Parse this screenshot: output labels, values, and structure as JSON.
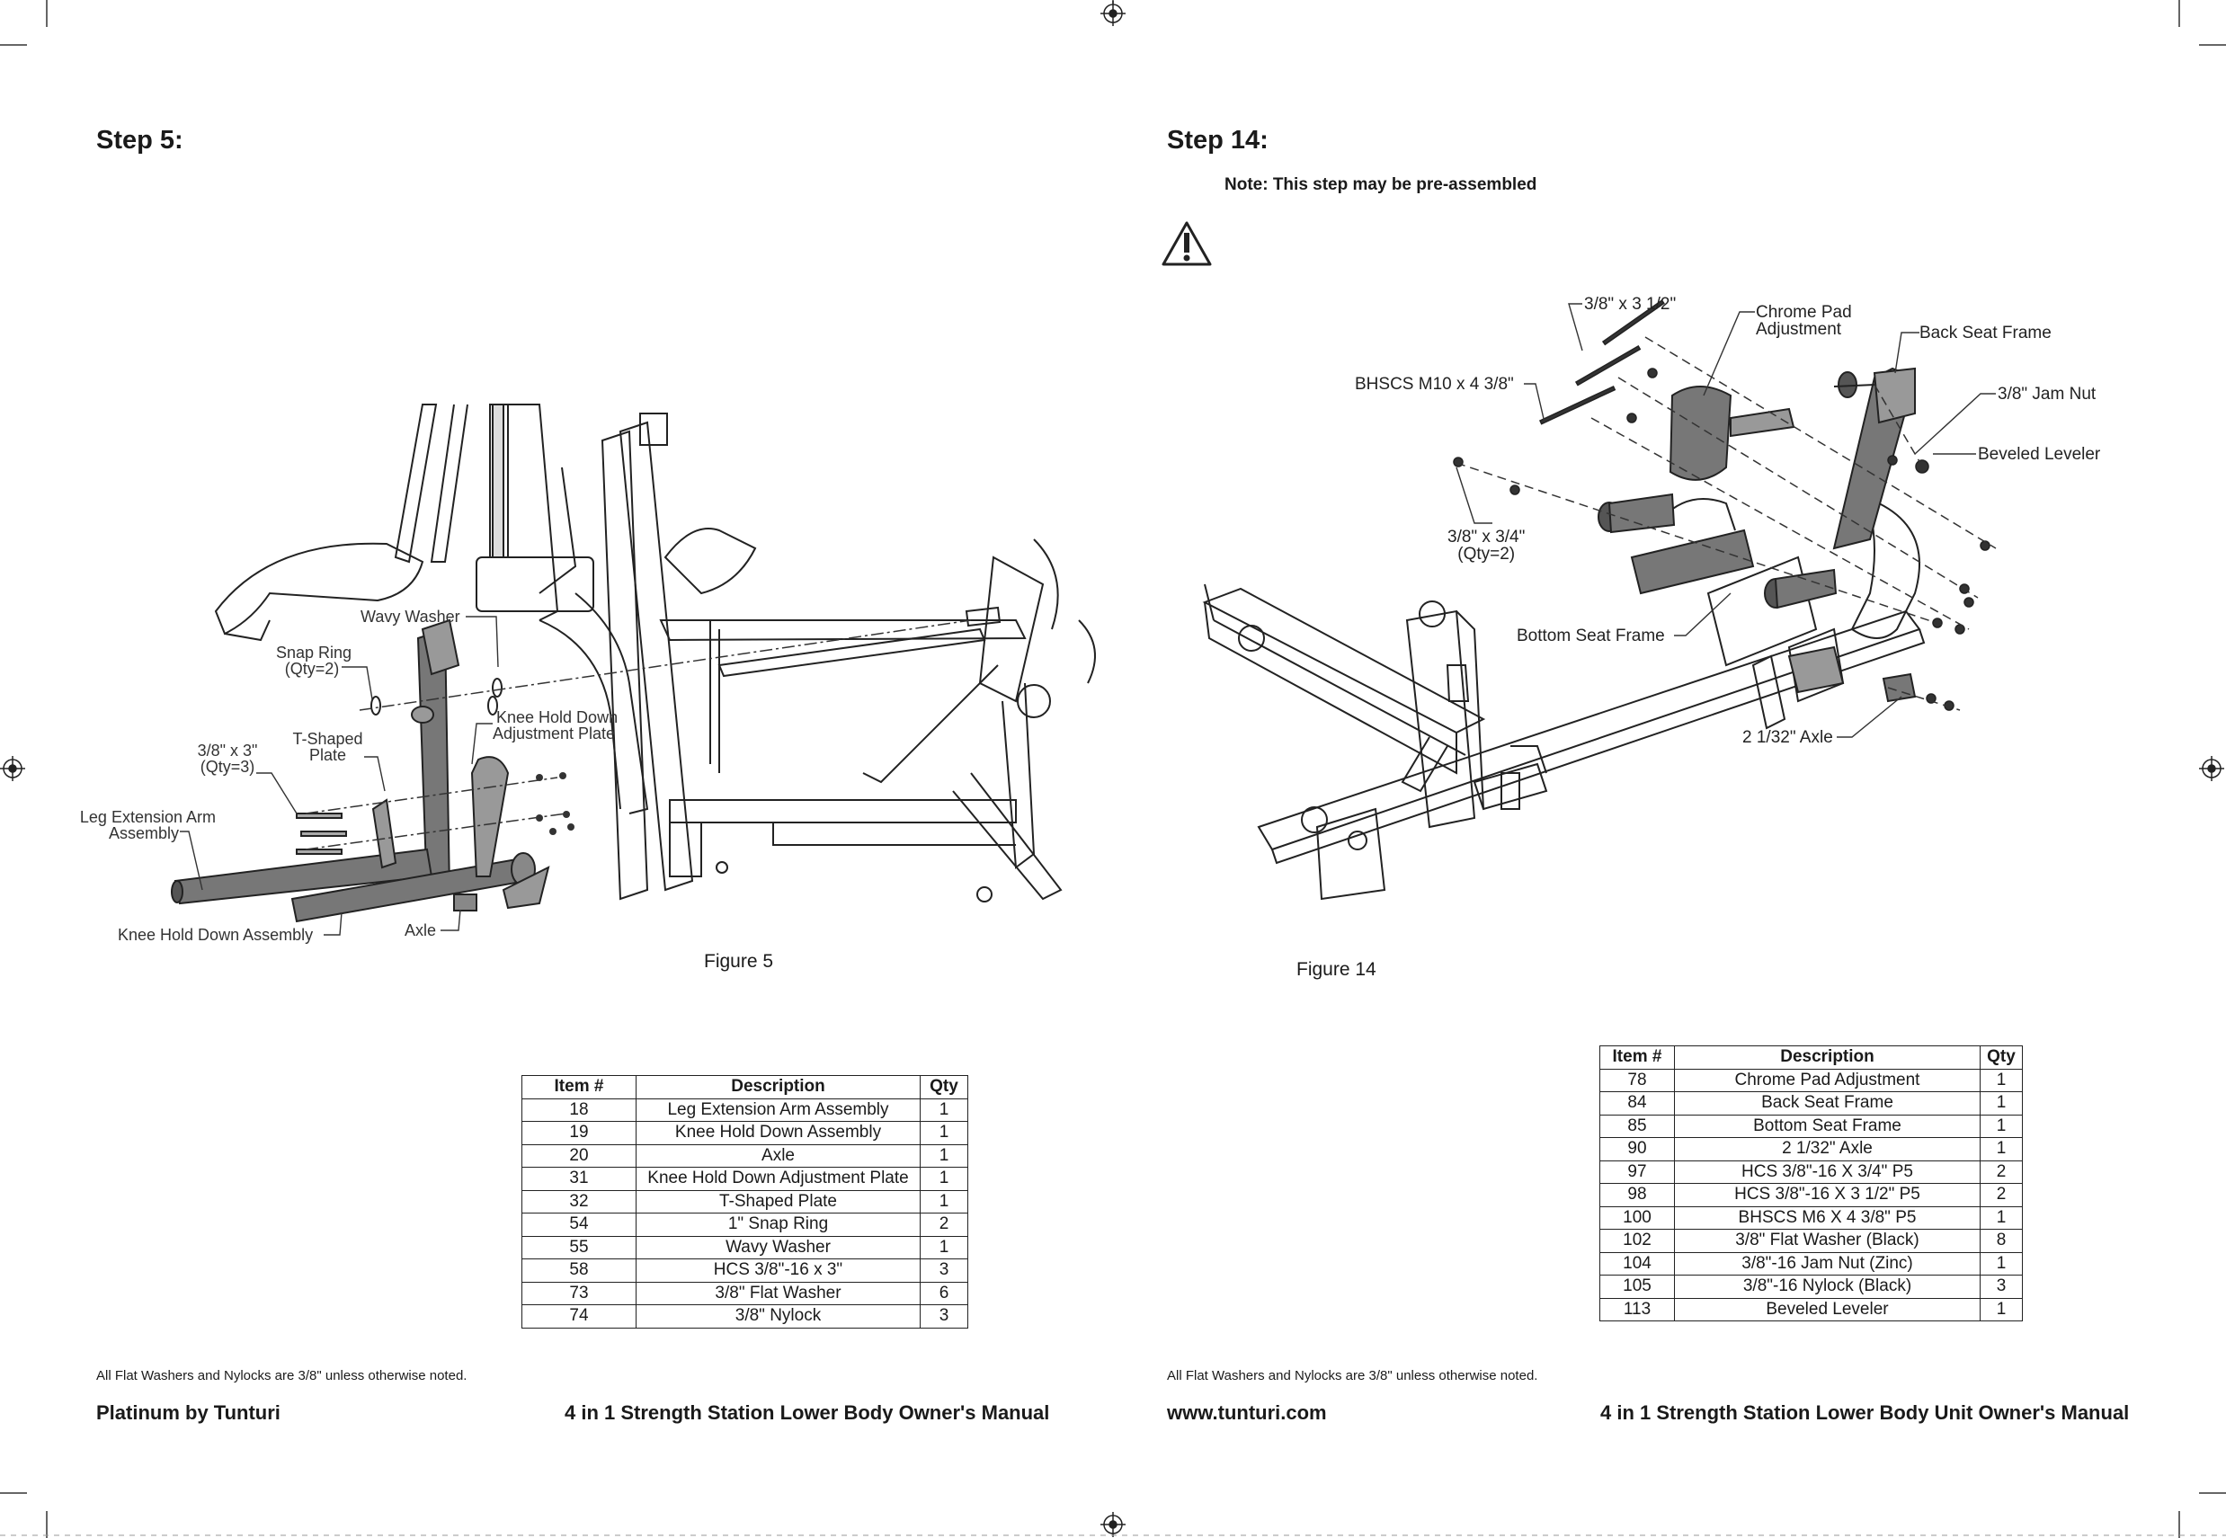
{
  "left_page": {
    "step_title": "Step 5:",
    "figure_caption": "Figure 5",
    "labels": {
      "wavy_washer": "Wavy Washer",
      "snap_ring_1": "Snap Ring",
      "snap_ring_2": "(Qty=2)",
      "t_plate_1": "T-Shaped",
      "t_plate_2": "Plate",
      "hcs_1": "3/8\" x 3\"",
      "hcs_2": "(Qty=3)",
      "knee_adj_1": "Knee Hold Down",
      "knee_adj_2": "Adjustment Plate",
      "leg_ext_1": "Leg Extension Arm",
      "leg_ext_2": "Assembly",
      "knee_hold": "Knee Hold Down Assembly",
      "axle": "Axle"
    },
    "table": {
      "headers": [
        "Item #",
        "Description",
        "Qty"
      ],
      "rows": [
        [
          "18",
          "Leg Extension Arm Assembly",
          "1"
        ],
        [
          "19",
          "Knee Hold Down Assembly",
          "1"
        ],
        [
          "20",
          "Axle",
          "1"
        ],
        [
          "31",
          "Knee Hold Down Adjustment Plate",
          "1"
        ],
        [
          "32",
          "T-Shaped Plate",
          "1"
        ],
        [
          "54",
          "1\" Snap Ring",
          "2"
        ],
        [
          "55",
          "Wavy Washer",
          "1"
        ],
        [
          "58",
          "HCS 3/8\"-16 x 3\"",
          "3"
        ],
        [
          "73",
          "3/8\" Flat Washer",
          "6"
        ],
        [
          "74",
          "3/8\" Nylock",
          "3"
        ]
      ]
    },
    "footnote": "All Flat Washers and Nylocks are 3/8\" unless otherwise noted.",
    "footer_left": "Platinum by Tunturi",
    "footer_right": "4 in 1 Strength Station Lower Body Owner's Manual"
  },
  "right_page": {
    "step_title": "Step 14:",
    "note": "Note: This step may be pre-assembled",
    "figure_caption": "Figure 14",
    "labels": {
      "hcs_312": "3/8\" x 3 1/2\"",
      "chrome_1": "Chrome Pad",
      "chrome_2": "Adjustment",
      "back_seat": "Back Seat Frame",
      "bhscs": "BHSCS M10 x 4 3/8\"",
      "jam_nut": "3/8\" Jam Nut",
      "leveler": "Beveled Leveler",
      "hcs_34_1": "3/8\" x 3/4\"",
      "hcs_34_2": "(Qty=2)",
      "bottom_seat": "Bottom Seat Frame",
      "axle": "2 1/32\" Axle"
    },
    "table": {
      "headers": [
        "Item #",
        "Description",
        "Qty"
      ],
      "rows": [
        [
          "78",
          "Chrome Pad Adjustment",
          "1"
        ],
        [
          "84",
          "Back Seat Frame",
          "1"
        ],
        [
          "85",
          "Bottom Seat Frame",
          "1"
        ],
        [
          "90",
          "2 1/32\" Axle",
          "1"
        ],
        [
          "97",
          "HCS 3/8\"-16 X 3/4\"  P5",
          "2"
        ],
        [
          "98",
          "HCS 3/8\"-16 X 3 1/2\"  P5",
          "2"
        ],
        [
          "100",
          "BHSCS M6 X 4 3/8\"  P5",
          "1"
        ],
        [
          "102",
          "3/8\" Flat Washer (Black)",
          "8"
        ],
        [
          "104",
          "3/8\"-16 Jam Nut (Zinc)",
          "1"
        ],
        [
          "105",
          "3/8\"-16  Nylock (Black)",
          "3"
        ],
        [
          "113",
          "Beveled Leveler",
          "1"
        ]
      ]
    },
    "footnote": "All Flat Washers and Nylocks are 3/8\" unless otherwise noted.",
    "footer_left": "www.tunturi.com",
    "footer_right": "4 in 1 Strength Station Lower Body Unit Owner's Manual"
  }
}
